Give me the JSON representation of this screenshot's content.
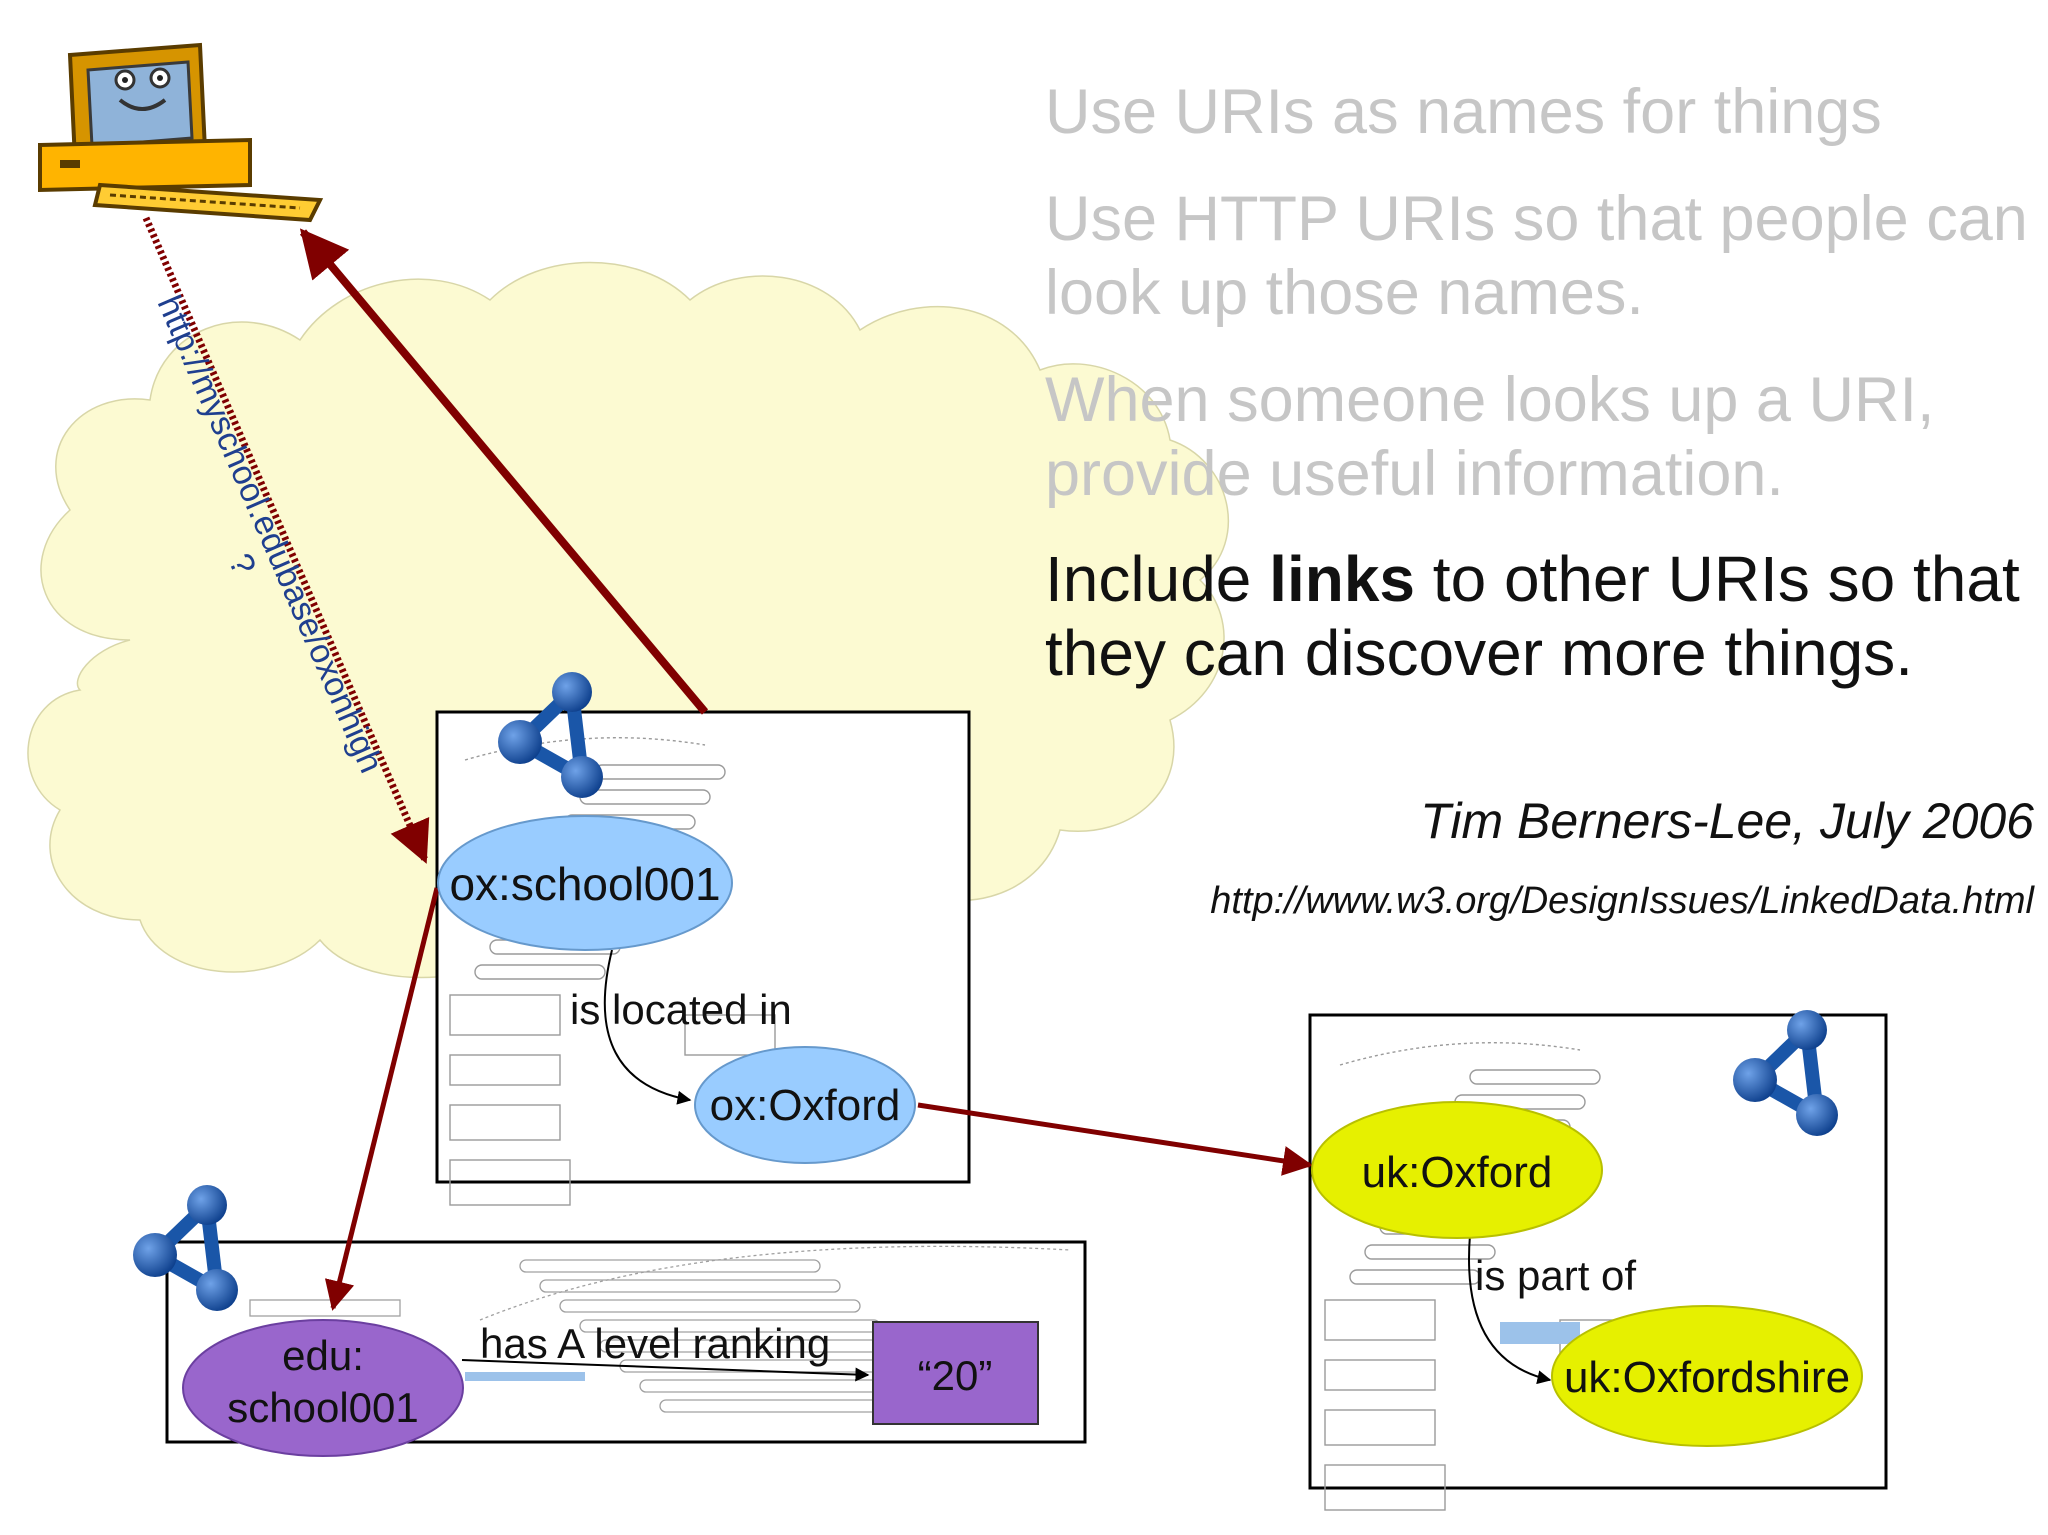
{
  "principles": [
    {
      "text": "Use URIs as names for things",
      "active": false
    },
    {
      "text": "Use HTTP URIs so that people can look up those names.",
      "active": false
    },
    {
      "text": "When someone looks up a URI, provide useful information.",
      "active": false
    },
    {
      "pre": "Include ",
      "bold": "links",
      "post": " to other URIs so that they can discover more things.",
      "active": true
    }
  ],
  "attribution": {
    "author": "Tim Berners-Lee, July 2006",
    "url": "http://www.w3.org/DesignIssues/LinkedData.html"
  },
  "request_uri": "http://myschool.edubase/oxonhigh",
  "request_uri_suffix": "?",
  "nodes": {
    "ox_school": "ox:school001",
    "ox_oxford": "ox:Oxford",
    "uk_oxford": "uk:Oxford",
    "uk_oxfordshire": "uk:Oxfordshire",
    "edu_school_line1": "edu:",
    "edu_school_line2": "school001",
    "ranking_value": "“20”"
  },
  "edges": {
    "located_in": "is located in",
    "part_of": "is part of",
    "ranking": "has A level ranking"
  },
  "colors": {
    "cloud": "#fcfad2",
    "arrow": "#800000",
    "blue_node": "#99ccff",
    "yellow_node": "#e6f000",
    "purple_node": "#9966cc",
    "uri_text": "#1f3f8f",
    "icon_blue": "#1a56a8"
  },
  "icons": [
    "computer-icon",
    "rdf-graph-icon"
  ]
}
